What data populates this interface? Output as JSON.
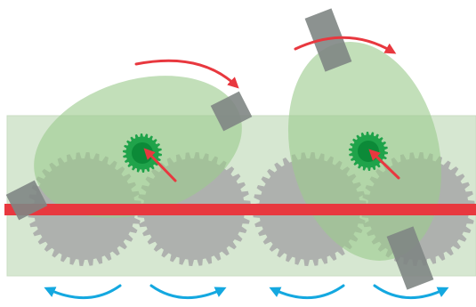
{
  "diagram": {
    "background": "#ffffff",
    "colors": {
      "frame": "#d6e7d1",
      "frame_stroke": "#c9ddc3",
      "ellipse": "#9ccc8e",
      "big_gear": "#a8aaa8",
      "small_gear": "#1fa34a",
      "small_gear_core": "#0c8a38",
      "rail": "#e8383f",
      "weight": "#7f8684",
      "red_arrow": "#e8383f",
      "blue_arrow": "#14a8e0"
    },
    "icons": {
      "big_gear": "large-gray-gear-icon",
      "small_gear": "small-green-gear-icon",
      "weight": "gray-weight-block-icon",
      "rotation_arrow": "curved-red-rotation-arrow-icon",
      "pointer_arrow": "red-pointer-arrow-icon",
      "direction_arrow": "curved-blue-direction-arrow-icon"
    },
    "big_gear_count": 4,
    "mechanism_count": 2,
    "blue_arrow_count": 4
  }
}
